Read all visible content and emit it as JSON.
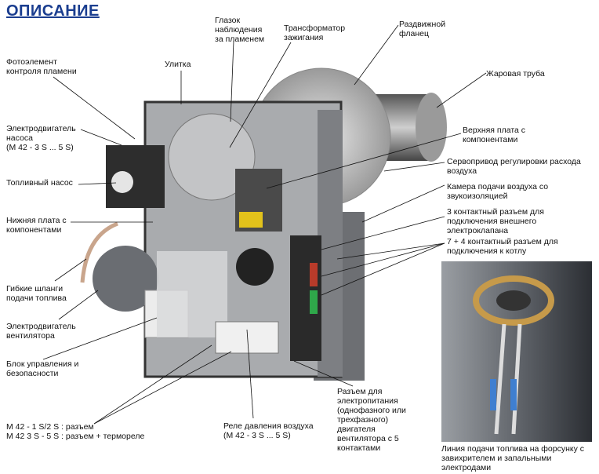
{
  "title": "ОПИСАНИЕ",
  "labels": {
    "sight_glass": "Глазок\nнаблюдения\nза пламенем",
    "ignition_transformer": "Трансформатор\nзажигания",
    "sliding_flange": "Раздвижной\nфланец",
    "photocell": "Фотоэлемент\nконтроля пламени",
    "volute": "Улитка",
    "blast_tube": "Жаровая труба",
    "pump_motor": "Электродвигатель\nнасоса\n(M 42 - 3 S ... 5 S)",
    "upper_plate": "Верхняя плата с\nкомпонентами",
    "air_servo": "Сервопривод регулировки расхода\nвоздуха",
    "fuel_pump": "Топливный насос",
    "air_chamber": "Камера подачи воздуха со\nзвукоизоляцией",
    "lower_plate": "Нижняя плата с\nкомпонентами",
    "valve_connector": "3 контактный разъем для\nподключения внешнего\nэлектроклапана",
    "boiler_connector": "7 + 4 контактный разъем для\nподключения к котлу",
    "fuel_hoses": "Гибкие шланги\nподачи топлива",
    "fan_motor": "Электродвигатель\nвентилятора",
    "control_unit": "Блок управления и\nбезопасности",
    "connector_models": "M 42 - 1 S/2 S : разъем\nM 42 3 S - 5 S : разъем + термореле",
    "air_pressure_switch": "Реле давления воздуха\n(M 42 - 3 S ... 5 S)",
    "power_connector": "Разъем для\nэлектропитания\n(однофазного или\nтрехфазного)\nдвигателя\nвентилятора с 5\nконтактами",
    "inset_caption": "Линия подачи топлива на форсунку с\nзавихрителем и запальными\nэлектродами"
  },
  "colors": {
    "title": "#1a3d8f"
  }
}
